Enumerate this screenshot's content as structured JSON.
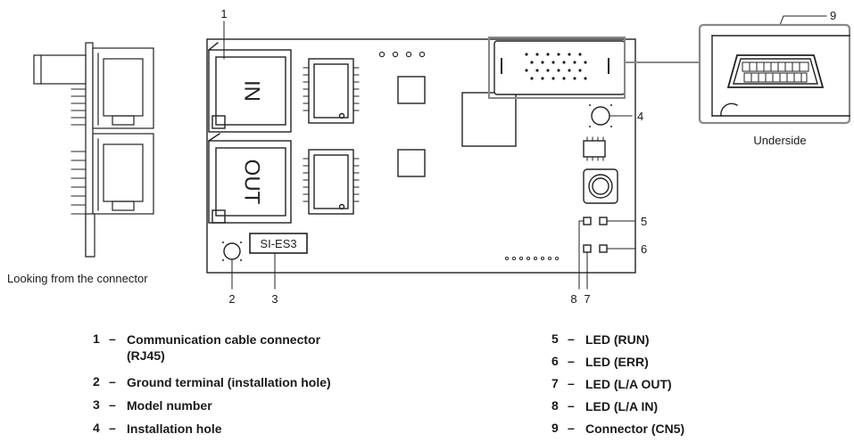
{
  "callouts": {
    "c1": "1",
    "c2": "2",
    "c3": "3",
    "c4": "4",
    "c5": "5",
    "c6": "6",
    "c7": "7",
    "c8": "8",
    "c9": "9"
  },
  "board": {
    "port_in": "IN",
    "port_out": "OUT",
    "model_label": "SI-ES3"
  },
  "captions": {
    "side_view": "Looking from the connector",
    "underside": "Underside"
  },
  "legend": [
    {
      "num": "1",
      "dash": "–",
      "text": "Communication cable connector (RJ45)"
    },
    {
      "num": "2",
      "dash": "–",
      "text": "Ground terminal (installation hole)"
    },
    {
      "num": "3",
      "dash": "–",
      "text": "Model number"
    },
    {
      "num": "4",
      "dash": "–",
      "text": "Installation hole"
    },
    {
      "num": "5",
      "dash": "–",
      "text": "LED (RUN)"
    },
    {
      "num": "6",
      "dash": "–",
      "text": "LED (ERR)"
    },
    {
      "num": "7",
      "dash": "–",
      "text": "LED (L/A OUT)"
    },
    {
      "num": "8",
      "dash": "–",
      "text": "LED (L/A IN)"
    },
    {
      "num": "9",
      "dash": "–",
      "text": "Connector (CN5)"
    }
  ]
}
